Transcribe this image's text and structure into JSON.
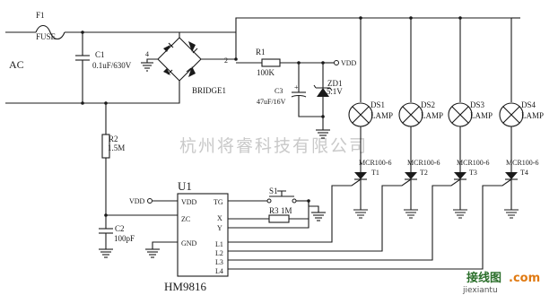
{
  "labels": {
    "ac": "AC",
    "f1": "F1",
    "fuse": "FUSE",
    "c1": "C1",
    "c1_val": "0.1uF/630V",
    "bridge": "BRIDGE1",
    "node4": "4",
    "node2": "2",
    "r1": "R1",
    "r1_val": "100K",
    "vdd_top": "VDD",
    "zd1": "ZD1",
    "zd1_val": "5.1V",
    "c3": "C3",
    "c3_val": "47uF/16V",
    "r2": "R2",
    "r2_val": "1.5M",
    "c2": "C2",
    "c2_val": "100pF",
    "u1": "U1",
    "ic_name": "HM9816",
    "vdd_in": "VDD",
    "s1": "S1",
    "r3": "R3",
    "r3_val": "1M",
    "watermark": "杭州将睿科技有限公司"
  },
  "ic_pins": {
    "vdd": "VDD",
    "zc": "ZC",
    "gnd": "GND",
    "tg": "TG",
    "x": "X",
    "y": "Y",
    "l1": "L1",
    "l2": "L2",
    "l3": "L3",
    "l4": "L4"
  },
  "lamps": [
    {
      "ds": "DS1",
      "type": "LAMP",
      "scr": "MCR100-6",
      "t": "T1"
    },
    {
      "ds": "DS2",
      "type": "LAMP",
      "scr": "MCR100-6",
      "t": "T2"
    },
    {
      "ds": "DS3",
      "type": "LAMP",
      "scr": "MCR100-6",
      "t": "T3"
    },
    {
      "ds": "DS4",
      "type": "LAMP",
      "scr": "MCR100-6",
      "t": "T4"
    }
  ],
  "logo": {
    "cn": "接线图",
    "dot": ".com",
    "url": "jiexiantu"
  }
}
